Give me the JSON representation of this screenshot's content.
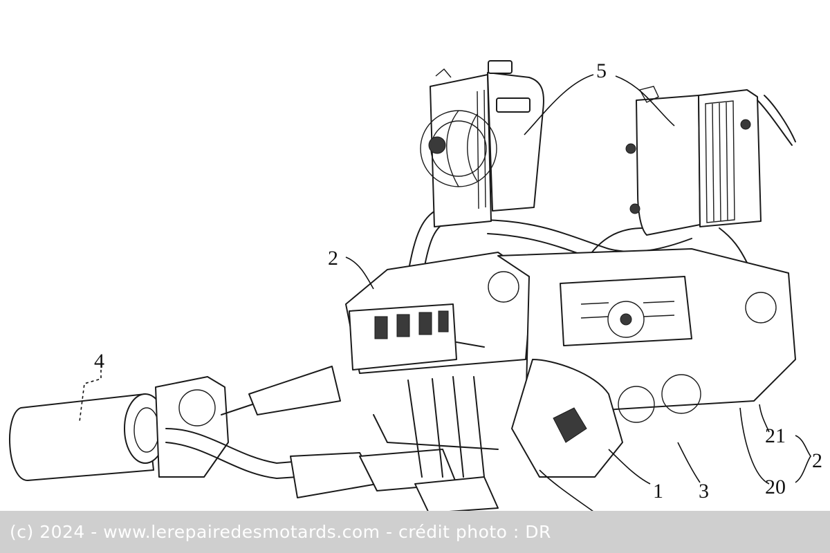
{
  "labels": {
    "radiator": "5",
    "engine_head": "2",
    "muffler": "4",
    "block": "1",
    "pipe_right": "3",
    "pipe_lower": "3",
    "part_21": "21",
    "part_20": "20",
    "group": "2"
  },
  "credit": "(c) 2024 - www.lerepairedesmotards.com - crédit photo : DR"
}
